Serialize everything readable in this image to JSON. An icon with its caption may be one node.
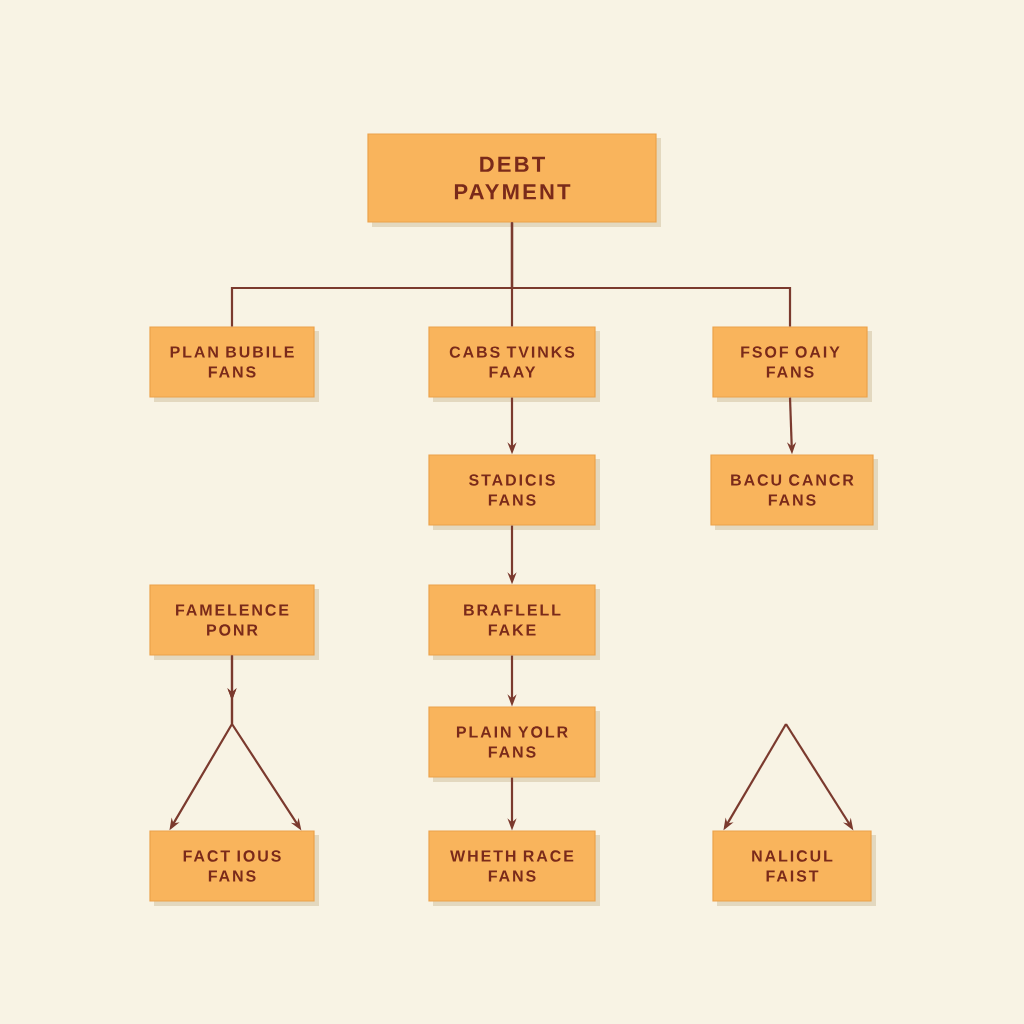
{
  "diagram": {
    "nodes": [
      {
        "text": [
          "DEBT PAYMENT"
        ]
      },
      {
        "text": [
          "PLAN BUBILE FANS"
        ]
      },
      {
        "text": [
          "CABS TVINKS FAAY"
        ]
      },
      {
        "text": [
          "FSOF OAIY FANS"
        ]
      },
      {
        "text": [
          "STADICIS FANS"
        ]
      },
      {
        "text": [
          "BACU CANCR FANS"
        ]
      },
      {
        "text": [
          "FAMELENCE PONR"
        ]
      },
      {
        "text": [
          "BRAFLELL FAKE"
        ]
      },
      {
        "text": [
          "PLAIN YOLR FANS"
        ]
      },
      {
        "text": [
          "FACT IOUS FANS"
        ]
      },
      {
        "text": [
          "WHETH RACE FANS"
        ]
      },
      {
        "text": [
          "NALICUL FAIST"
        ]
      }
    ],
    "edges": [
      {
        "from": 0,
        "to": 1,
        "arrow": "none"
      },
      {
        "from": 0,
        "to": 2,
        "arrow": "none"
      },
      {
        "from": 0,
        "to": 3,
        "arrow": "none"
      },
      {
        "from": 2,
        "to": 4,
        "arrow": "to"
      },
      {
        "from": 3,
        "to": 5,
        "arrow": "to"
      },
      {
        "from": 4,
        "to": 7,
        "arrow": "to"
      },
      {
        "from": 7,
        "to": 8,
        "arrow": "to"
      },
      {
        "from": 8,
        "to": 10,
        "arrow": "to"
      },
      {
        "from": 6,
        "to": 9,
        "arrow": "to"
      },
      {
        "from": 6,
        "to": 9,
        "arrow": "to"
      },
      {
        "from": null,
        "to": 11,
        "arrow": "to"
      },
      {
        "from": null,
        "to": 11,
        "arrow": "to"
      }
    ]
  }
}
